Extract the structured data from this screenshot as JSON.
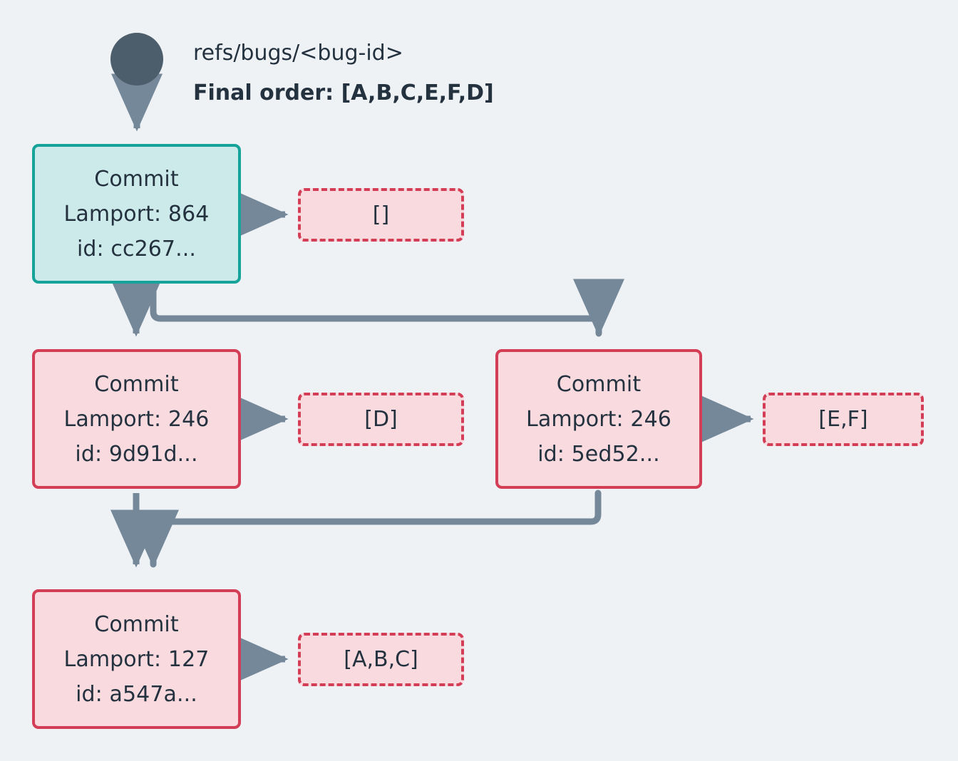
{
  "diagram": {
    "title_ref": "refs/bugs/<bug-id>",
    "final_order": "Final order: [A,B,C,E,F,D]",
    "background_color": "#eff2f5",
    "edge_color": "#74889a",
    "root_node_color": "#4c5d6b",
    "teal_fill": "#cdeaea",
    "teal_border": "#16a39a",
    "pink_fill": "#f9dade",
    "pink_border": "#d33d55",
    "text_color": "#243240"
  },
  "root": {
    "name": "root-ref-node"
  },
  "commits": [
    {
      "id": "cc267",
      "kind_label": "Commit",
      "lamport_label": "Lamport: 864",
      "id_label": "id: cc267...",
      "color": "teal",
      "ops_label": "[]"
    },
    {
      "id": "9d91d",
      "kind_label": "Commit",
      "lamport_label": "Lamport: 246",
      "id_label": "id: 9d91d...",
      "color": "pink",
      "ops_label": "[D]"
    },
    {
      "id": "5ed52",
      "kind_label": "Commit",
      "lamport_label": "Lamport: 246",
      "id_label": "id: 5ed52...",
      "color": "pink",
      "ops_label": "[E,F]"
    },
    {
      "id": "a547a",
      "kind_label": "Commit",
      "lamport_label": "Lamport: 127",
      "id_label": "id: a547a...",
      "color": "pink",
      "ops_label": "[A,B,C]"
    }
  ]
}
